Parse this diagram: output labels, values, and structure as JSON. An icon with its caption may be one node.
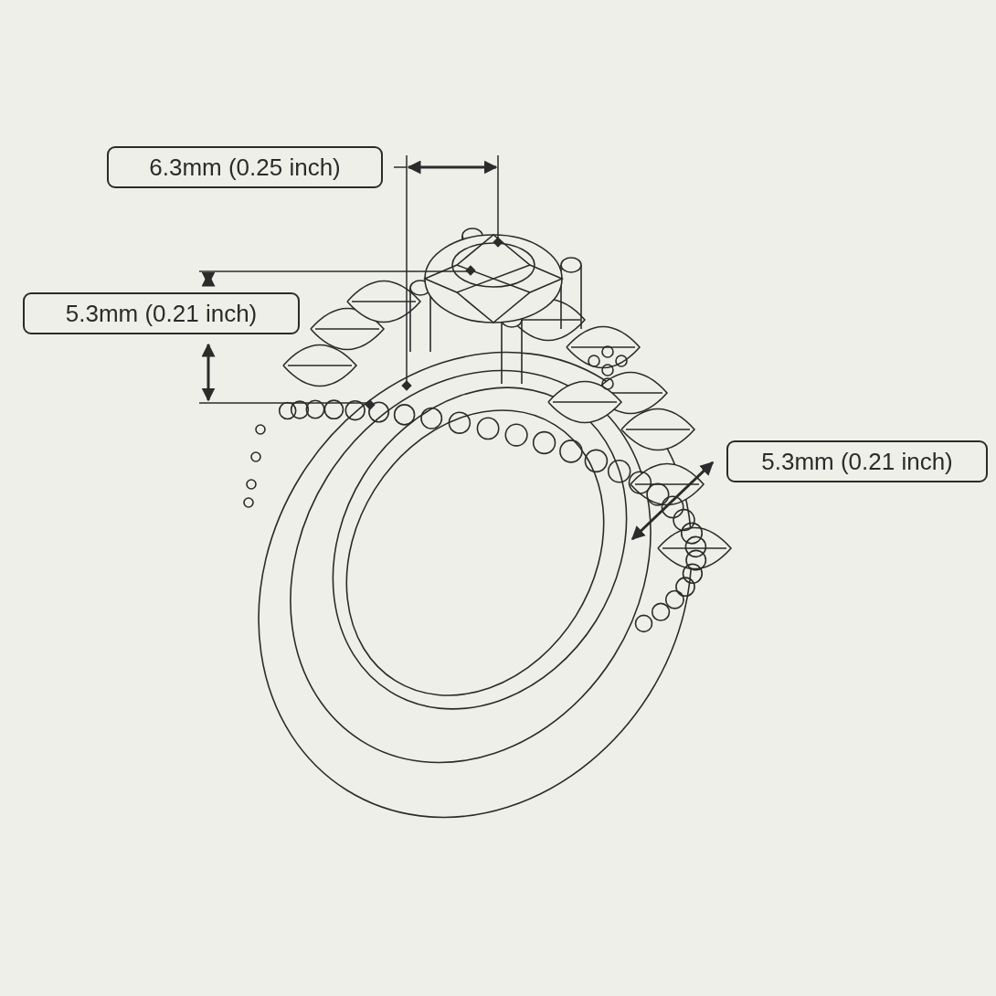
{
  "diagram": {
    "nodes": [
      {
        "text": [
          "6.3mm (0.25 inch)"
        ]
      },
      {
        "text": [
          "5.3mm (0.21 inch)"
        ]
      },
      {
        "text": [
          "5.3mm (0.21 inch)"
        ]
      }
    ],
    "edges": []
  }
}
